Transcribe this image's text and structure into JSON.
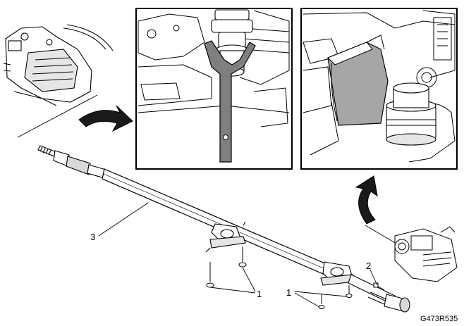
{
  "diagram": {
    "figure_id": "G473R535",
    "callouts": {
      "shaft": "3",
      "bolts_left": "1",
      "bolts_right": "1",
      "clamp": "2"
    }
  },
  "colors": {
    "line": "#000000",
    "background": "#ffffff",
    "shade_light": "#d9d9d9",
    "shade_mid": "#a6a6a6",
    "shade_dark": "#4d4d4d"
  }
}
